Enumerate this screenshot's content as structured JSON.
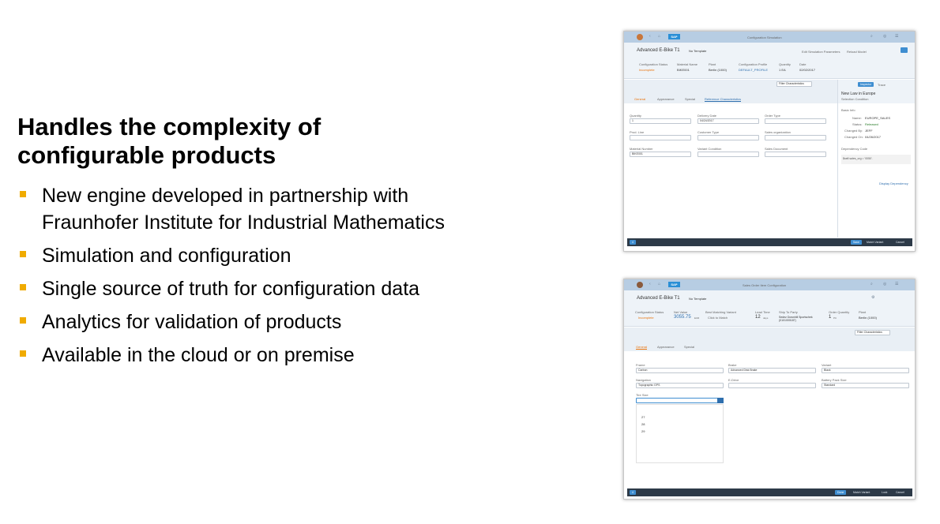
{
  "slide": {
    "title": "Handles the complexity of configurable products",
    "accent_color": "#f0ab00",
    "bullets": [
      "New engine developed in partnership with Fraunhofer Institute for Industrial Mathematics",
      "Simulation and configuration",
      "Single source of truth for configuration data",
      "Analytics for validation of products",
      "Available in the cloud or on premise"
    ]
  },
  "shot1": {
    "app_title": "Configuration Simulation",
    "object_title": "Advanced E-Bike T1",
    "template": "No Template",
    "actions": [
      "Edit Simulation Parameters",
      "Reload Model"
    ],
    "attributes": [
      {
        "label": "Configuration Status",
        "value": "Incomplete"
      },
      {
        "label": "Material Name",
        "value": "BIKE001"
      },
      {
        "label": "Plant",
        "value": "Berlin (1000)"
      },
      {
        "label": "Configuration Profile",
        "value": "DEFAULT_PROFILE"
      },
      {
        "label": "Quantity",
        "value": "1 EA"
      },
      {
        "label": "Date",
        "value": "02/02/2017"
      }
    ],
    "filter_placeholder": "Filter Characteristics",
    "tabs": [
      "General",
      "Appearance",
      "Special",
      "Reference Characteristics"
    ],
    "fields": [
      {
        "label": "Quantity",
        "value": "1"
      },
      {
        "label": "Delivery Date",
        "value": "04/24/2017"
      },
      {
        "label": "Order Type",
        "value": ""
      },
      {
        "label": "Prod. Line",
        "value": ""
      },
      {
        "label": "Customer Type",
        "value": ""
      },
      {
        "label": "Sales organization",
        "value": ""
      },
      {
        "label": "Material Number",
        "value": "BIKE001"
      },
      {
        "label": "Variant Condition",
        "value": ""
      },
      {
        "label": "Sales Document",
        "value": ""
      }
    ],
    "panel": {
      "tabs": [
        "Inspector",
        "Trace"
      ],
      "title": "New Law in Europe",
      "subtitle": "Selection Condition",
      "section": "Basic Info",
      "info": [
        {
          "label": "Name:",
          "value": "EUROPE_SALES"
        },
        {
          "label": "Status:",
          "value": "Released"
        },
        {
          "label": "Changed By:",
          "value": "JEFF"
        },
        {
          "label": "Changed On:",
          "value": "04/26/2017"
        }
      ],
      "code_label": "Dependency Code",
      "code": "$self.sales_org = '0050'.",
      "link": "Display Dependency"
    },
    "footer": {
      "badge": "4",
      "buttons": [
        "Save",
        "Match Variant",
        "Cancel"
      ]
    }
  },
  "shot2": {
    "app_title": "Sales Order Item Configuration",
    "object_title": "Advanced E-Bike T1",
    "template": "No Template",
    "attributes": [
      {
        "label": "Configuration Status",
        "value": "Incomplete"
      },
      {
        "label": "Net Value",
        "value": "3055.75",
        "unit": "EUR"
      },
      {
        "label": "Best Matching Variant",
        "value": "Click to Match"
      },
      {
        "label": "Lead Time",
        "value": "12",
        "unit": "days"
      },
      {
        "label": "Ship To Party",
        "value": "Sedez Downhill Sportschek (0101000187)"
      },
      {
        "label": "Order Quantity",
        "value": "1",
        "unit": "PC"
      },
      {
        "label": "Plant",
        "value": "Berlin (1000)"
      }
    ],
    "filter_placeholder": "Filter Characteristics",
    "tabs": [
      "General",
      "Appearance",
      "Special"
    ],
    "fields": [
      {
        "label": "Frame",
        "value": "Carbon",
        "required": true
      },
      {
        "label": "Brake",
        "value": "Advanced Disk Brake"
      },
      {
        "label": "Variant",
        "value": "Black"
      },
      {
        "label": "Navigation",
        "value": "Topographic GPS"
      },
      {
        "label": "E-Drive",
        "value": "",
        "required": true
      },
      {
        "label": "Battery Pack Size",
        "value": "Standard"
      }
    ],
    "tire_label": "Tire Size",
    "tire_options": [
      "27",
      "28",
      "29"
    ],
    "footer": {
      "badge": "4",
      "buttons": [
        "Done",
        "Match Variant",
        "Lock",
        "Cancel"
      ]
    }
  }
}
